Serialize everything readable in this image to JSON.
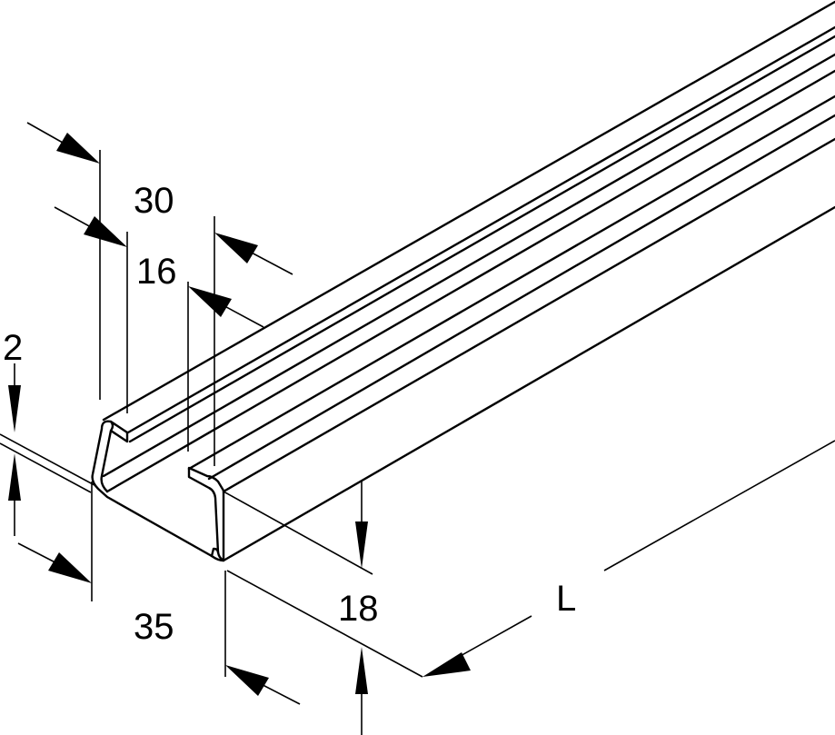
{
  "drawing": {
    "dimensions": {
      "width_top": "30",
      "slot_width": "16",
      "thickness": "2",
      "width_bottom": "35",
      "height": "18",
      "length": "L"
    },
    "line_color": "#000000",
    "background": "#ffffff"
  }
}
